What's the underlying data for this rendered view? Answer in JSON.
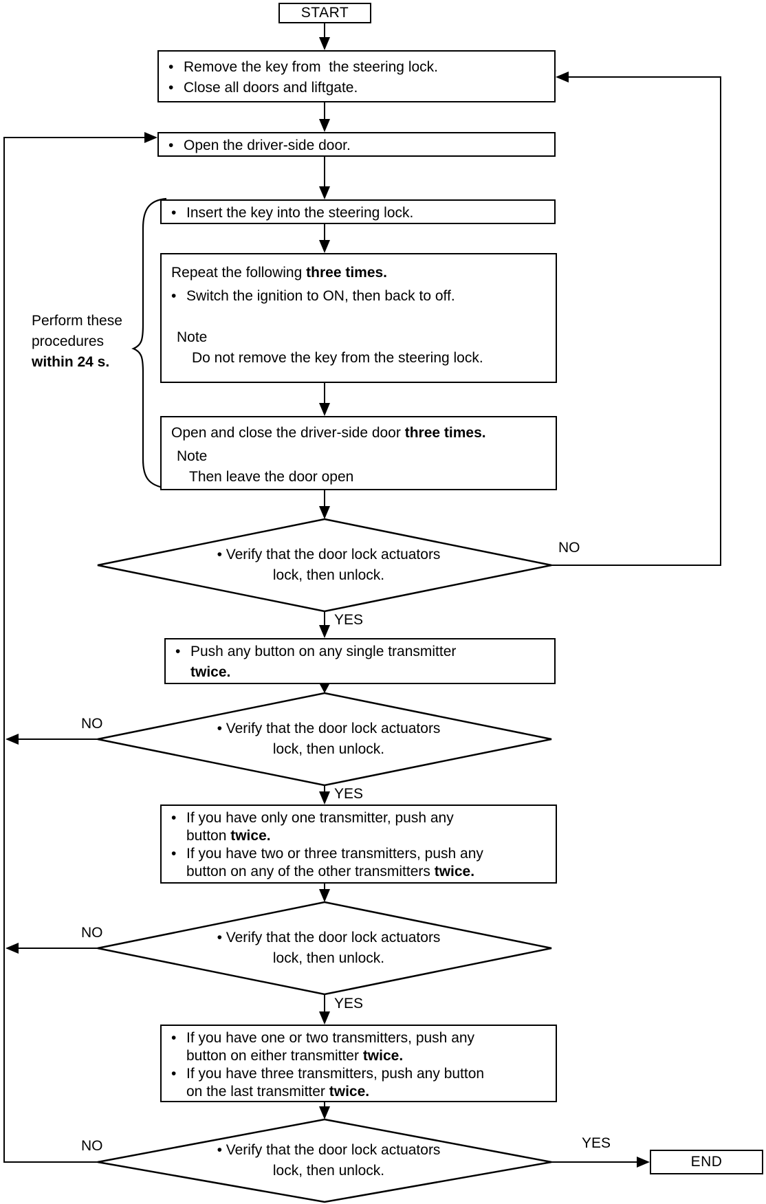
{
  "page": {
    "background": "#ffffff",
    "ink": "#000000"
  },
  "glyphs": {
    "bullet": "•"
  },
  "labels": {
    "yes": "YES",
    "no": "NO"
  },
  "terminals": {
    "start": "START",
    "end": "END"
  },
  "side_note": {
    "line1": "Perform these",
    "line2": "procedures",
    "line3_bold": "within 24 s."
  },
  "boxes": {
    "box1": {
      "bullet1": "Remove the key from  the steering lock.",
      "bullet2": "Close all doors and liftgate."
    },
    "box2": {
      "bullet1": "Open the driver-side door."
    },
    "box3": {
      "bullet1": "Insert the key into the steering lock."
    },
    "box4": {
      "line1": "Repeat the following ",
      "line1_bold": "three times.",
      "bullet1": "Switch the ignition to ON, then back to off.",
      "note_label": "Note",
      "note_text": "Do not remove the key from the steering lock."
    },
    "box5": {
      "line1": "Open and close the driver-side door ",
      "line1_bold": "three times.",
      "note_label": "Note",
      "note_text": "Then leave the door open"
    },
    "box6": {
      "line1": "Push any button on any single transmitter",
      "line2_bold": "twice."
    },
    "box7": {
      "item1_line1": "If you have only one transmitter, push any",
      "item1_line2": "button ",
      "item1_line2_bold": "twice.",
      "item2_line1": "If you have two or three transmitters, push any",
      "item2_line2": "button on any of the other transmitters ",
      "item2_line2_bold": "twice."
    },
    "box8": {
      "item1_line1": "If you have one or two transmitters, push any",
      "item1_line2": "button on either transmitter ",
      "item1_line2_bold": "twice.",
      "item2_line1": "If you have three transmitters, push any button",
      "item2_line2": "on the last transmitter ",
      "item2_line2_bold": "twice."
    }
  },
  "decisions": {
    "d1": {
      "line1": "Verify that the door lock actuators",
      "line2": "lock, then unlock."
    },
    "d2": {
      "line1": "Verify that the door lock actuators",
      "line2": "lock, then unlock."
    },
    "d3": {
      "line1": "Verify that the door lock actuators",
      "line2": "lock, then unlock."
    },
    "d4": {
      "line1": "Verify that the door lock actuators",
      "line2": "lock, then unlock."
    }
  }
}
